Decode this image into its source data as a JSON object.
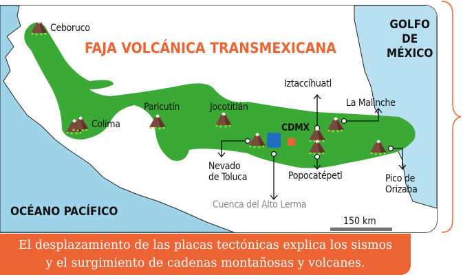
{
  "title": "FAJA VOLCÁNICA TRANSMEXICANA",
  "seas": {
    "gulf": [
      "GOLFO",
      "DE",
      "MÉXICO"
    ],
    "ocean": "OCÉANO PACÍFICO"
  },
  "volcanoes": [
    {
      "name": "Ceboruco"
    },
    {
      "name": "Colima"
    },
    {
      "name": "Paricutín"
    },
    {
      "name": "Jocotitlán"
    },
    {
      "name": "Iztaccíhuatl"
    },
    {
      "name": "La Malinche"
    },
    {
      "name": "Nevado de Toluca",
      "lines": [
        "Nevado",
        "de Toluca"
      ]
    },
    {
      "name": "Popocatépetl"
    },
    {
      "name": "Pico de Orizaba",
      "lines": [
        "Pico de",
        "Orizaba"
      ]
    }
  ],
  "places": {
    "cdmx": "CDMX",
    "cuenca": "Cuenca del Alto Lerma"
  },
  "scale": {
    "label": "150 km"
  },
  "caption": {
    "line1": "El desplazamiento de las placas tectónicas explica los sismos",
    "line2": "y el surgimiento de cadenas montañosas y volcanes."
  },
  "colors": {
    "belt_green": "#3aa935",
    "accent_orange": "#ec6433",
    "sea_blue": "#9fd3ea",
    "cdmx_blue": "#1f6fc0"
  }
}
